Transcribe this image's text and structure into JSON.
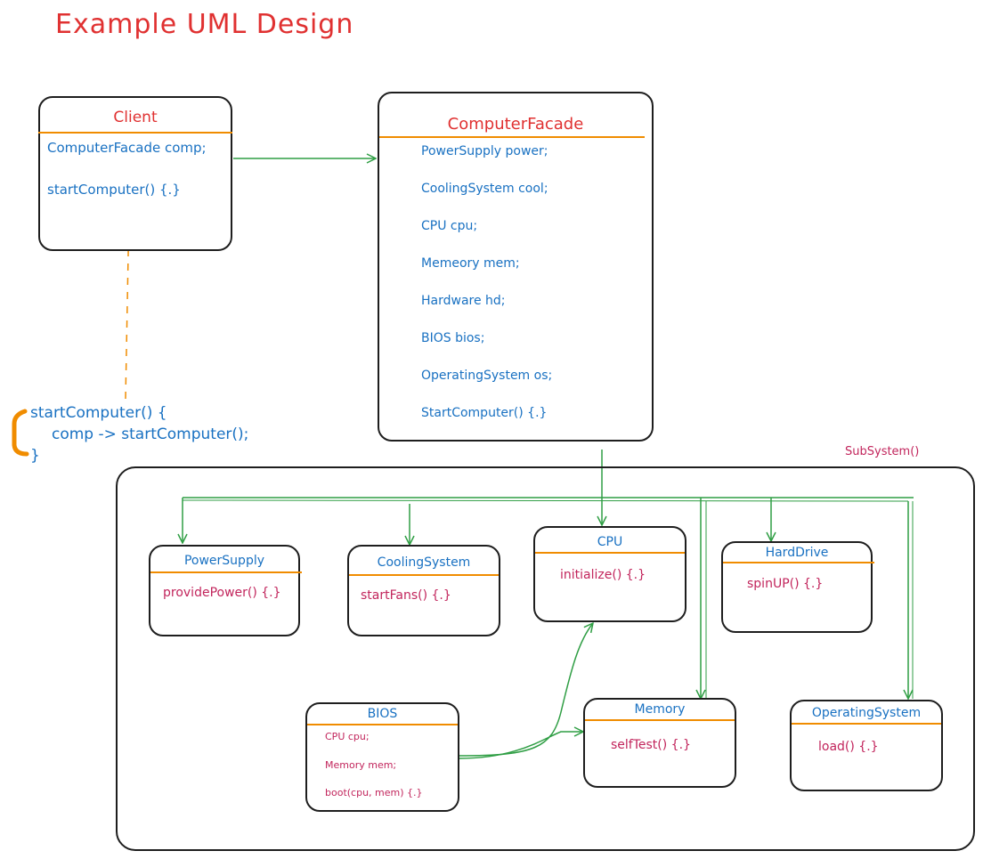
{
  "title": "Example UML Design",
  "client": {
    "name": "Client",
    "attributes": [
      "ComputerFacade comp;"
    ],
    "methods": [
      "startComputer() {.}"
    ]
  },
  "facade": {
    "name": "ComputerFacade",
    "members": [
      "PowerSupply power;",
      "CoolingSystem cool;",
      "CPU cpu;",
      "Memeory mem;",
      "Hardware hd;",
      "BIOS bios;",
      "OperatingSystem os;",
      "StartComputer() {.}"
    ]
  },
  "note": {
    "lines": [
      "startComputer() {",
      "comp -> startComputer();",
      "}"
    ]
  },
  "subsystem": {
    "label": "SubSystem()",
    "classes": {
      "power_supply": {
        "name": "PowerSupply",
        "methods": [
          "providePower() {.}"
        ]
      },
      "cooling_system": {
        "name": "CoolingSystem",
        "methods": [
          "startFans() {.}"
        ]
      },
      "cpu": {
        "name": "CPU",
        "methods": [
          "initialize() {.}"
        ]
      },
      "hard_drive": {
        "name": "HardDrive",
        "methods": [
          "spinUP() {.}"
        ]
      },
      "bios": {
        "name": "BIOS",
        "members": [
          "CPU cpu;",
          "Memory mem;",
          "boot(cpu, mem) {.}"
        ]
      },
      "memory": {
        "name": "Memory",
        "methods": [
          "selfTest() {.}"
        ]
      },
      "operating_system": {
        "name": "OperatingSystem",
        "methods": [
          "load() {.}"
        ]
      }
    }
  },
  "colors": {
    "title": "#e03131",
    "class_name_primary": "#e03131",
    "member_text": "#1971c2",
    "subsystem_method": "#c2255c",
    "separator": "#f08c00",
    "association_arrow": "#2f9e44",
    "dependency_line": "#f08c00",
    "box_border": "#1e1e1e"
  }
}
